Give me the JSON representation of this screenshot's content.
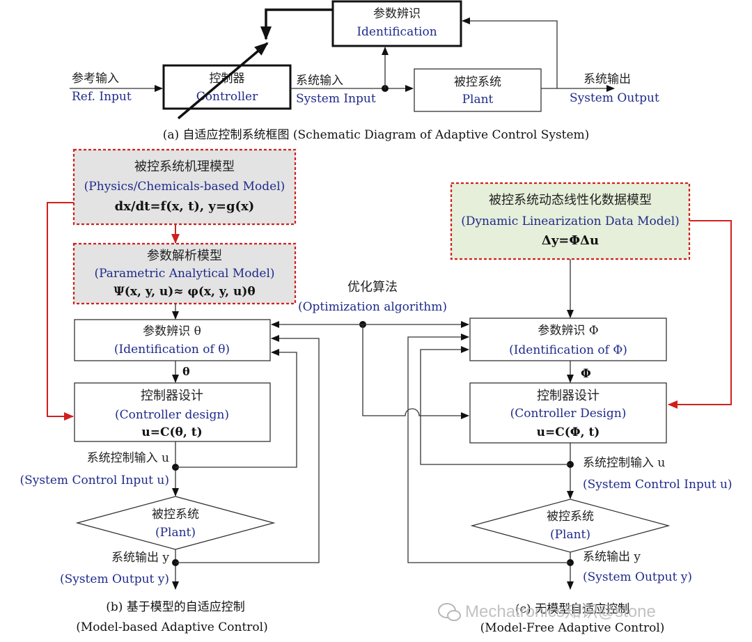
{
  "colors": {
    "label_blue": "#1f2a8a",
    "arrow_red": "#d0201c",
    "physics_box_fill": "#e3e3e3",
    "data_model_box_fill": "#e6efd9"
  },
  "top": {
    "identification": {
      "cn": "参数辨识",
      "en": "Identification"
    },
    "controller": {
      "cn": "控制器",
      "en": "Controller"
    },
    "plant": {
      "cn": "被控系统",
      "en": "Plant"
    },
    "ref_input": {
      "cn": "参考输入",
      "en": "Ref. Input"
    },
    "system_input": {
      "cn": "系统输入",
      "en": "System Input"
    },
    "system_output": {
      "cn": "系统输出",
      "en": "System Output"
    },
    "caption": "(a) 自适应控制系统框图 (Schematic Diagram of Adaptive Control System)"
  },
  "left": {
    "physics_model": {
      "cn": "被控系统机理模型",
      "en": "(Physics/Chemicals-based Model)",
      "eq": "dx/dt=f(x, t), y=g(x)"
    },
    "parametric_model": {
      "cn": "参数解析模型",
      "en": "(Parametric Analytical Model)",
      "eq": "Ψ(x, y, u)≈ φ(x, y, u)θ"
    },
    "identification": {
      "cn": "参数辨识 θ",
      "en": "(Identification of θ)"
    },
    "theta_label": "θ",
    "controller": {
      "cn": "控制器设计",
      "en": "(Controller design)",
      "eq": "u=C(θ, t)"
    },
    "control_input": {
      "cn": "系统控制输入 u",
      "en": "(System Control Input u)"
    },
    "plant": {
      "cn": "被控系统",
      "en": "(Plant)"
    },
    "output": {
      "cn": "系统输出 y",
      "en": "(System Output y)"
    },
    "caption_cn": "(b) 基于模型的自适应控制",
    "caption_en": "(Model-based Adaptive Control)"
  },
  "middle": {
    "optimization": {
      "cn": "优化算法",
      "en": "(Optimization algorithm)"
    }
  },
  "right": {
    "data_model": {
      "cn": "被控系统动态线性化数据模型",
      "en": "(Dynamic Linearization Data Model)",
      "eq": "Δy=ΦΔu"
    },
    "identification": {
      "cn": "参数辨识 Φ",
      "en": "(Identification of Φ)"
    },
    "phi_label": "Φ",
    "controller": {
      "cn": "控制器设计",
      "en": "(Controller Design)",
      "eq": "u=C(Φ, t)"
    },
    "control_input": {
      "cn": "系统控制输入 u",
      "en": "(System Control Input u)"
    },
    "plant": {
      "cn": "被控系统",
      "en": "(Plant)"
    },
    "output": {
      "cn": "系统输出 y",
      "en": "(System Output y)"
    },
    "caption_cn": "(c) 无模型自适应控制",
    "caption_en": "(Model-Free Adaptive Control)"
  },
  "watermark": "Mechatronics知识@stone"
}
